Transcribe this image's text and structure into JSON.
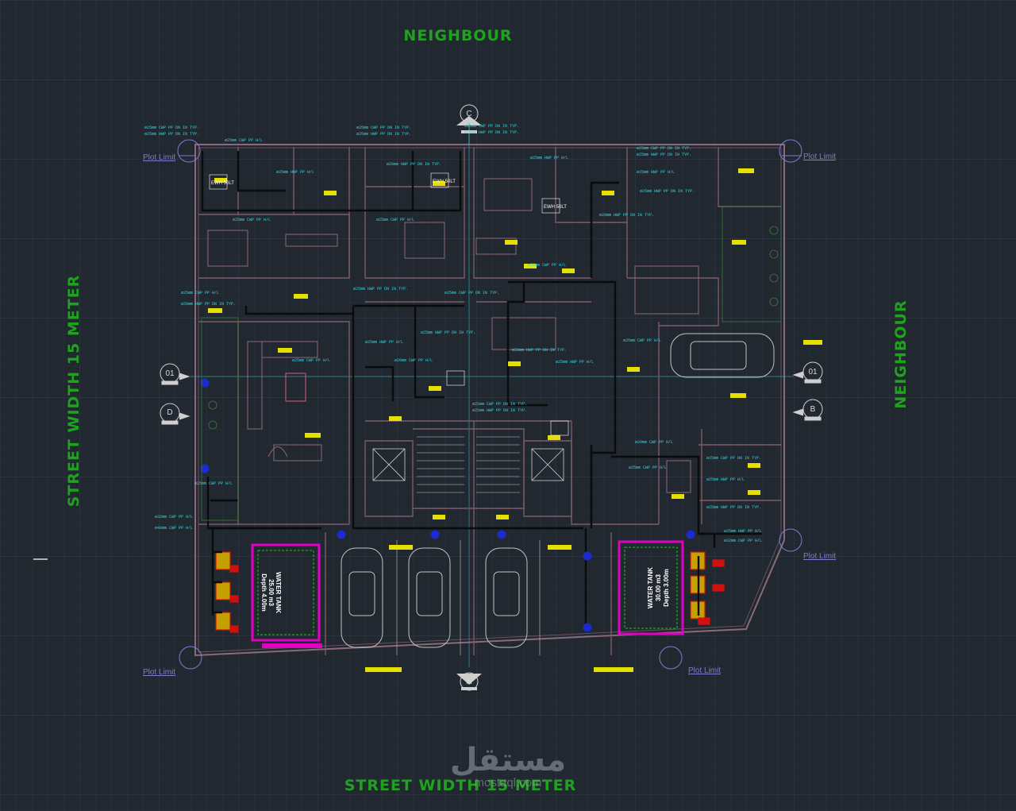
{
  "labels": {
    "neighbour_top": "NEIGHBOUR",
    "neighbour_right": "NEIGHBOUR",
    "street_left": "STREET WIDTH 15 METER",
    "street_bottom": "STREET WIDTH 15 METER"
  },
  "plot_limit": "Plot Limit",
  "grid_axes": {
    "top": "C",
    "bottom": "A",
    "left_upper": "01",
    "left_lower": "D",
    "right_upper": "01",
    "right_lower": "B"
  },
  "pipe_notes": [
    "ø25mm CWP PP DN IN TYP.",
    "ø25mm HWP PP DN IN TYP.",
    "ø25mm CWP PP H/L",
    "ø25mm HWP PP H/L",
    "ø20mm CWP PP H/L",
    "ø20mm HWP PP DN IN TYP.",
    "ø32mm CWP PP H/L",
    "ø40mm CWP PP H/L"
  ],
  "ewh_label": "EWH 50LT",
  "tanks": [
    {
      "title": "WATER TANK",
      "volume": "25.00 m3",
      "depth": "Depth 4.00m"
    },
    {
      "title": "WATER TANK",
      "volume": "30.00 m3",
      "depth": "Depth 3.00m"
    }
  ],
  "watermark": {
    "brand": "مستقل",
    "site": "mostaql.com"
  },
  "colors": {
    "background": "#212830",
    "grid": "#2c3440",
    "street_text": "#1fa31f",
    "walls": "#7e5a6a",
    "pipe": "#0b0b0b",
    "pipe_note": "#35d6e0",
    "plot_limit": "#7d7dc9",
    "accent_yellow": "#e6e000",
    "accent_red": "#d01010",
    "accent_magenta": "#e000c0"
  }
}
